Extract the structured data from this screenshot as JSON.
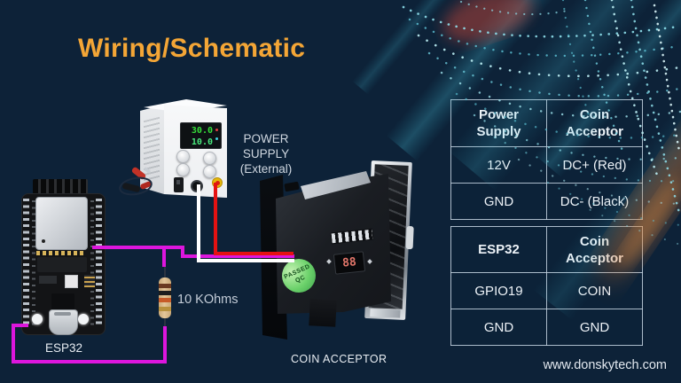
{
  "slide": {
    "title": "Wiring/Schematic",
    "website": "www.donskytech.com"
  },
  "labels": {
    "power_supply_lines": [
      "POWER",
      "SUPPLY",
      "(External)"
    ],
    "coin_acceptor": "COIN ACCEPTOR",
    "esp32": "ESP32",
    "resistor": "10 KOhms"
  },
  "tables": [
    {
      "headers": [
        [
          "Power",
          "Supply"
        ],
        [
          "Coin",
          "Acceptor"
        ]
      ],
      "rows": [
        [
          "12V",
          "DC+ (Red)"
        ],
        [
          "GND",
          "DC- (Black)"
        ]
      ]
    },
    {
      "headers": [
        [
          "ESP32"
        ],
        [
          "Coin",
          "Acceptor"
        ]
      ],
      "rows": [
        [
          "GPIO19",
          "COIN"
        ],
        [
          "GND",
          "GND"
        ]
      ]
    }
  ],
  "devices": {
    "power_supply": {
      "display_top": "30.0",
      "display_bottom": "10.0"
    },
    "coin_acceptor": {
      "display": "88",
      "sticker_lines": [
        "PASSED",
        "QC"
      ]
    }
  },
  "colors": {
    "background": "#0d2238",
    "title_accent": "#f4a636",
    "wire_signal": "#dd16dd",
    "wire_positive": "#e51212",
    "wire_negative": "#ffffff",
    "table_border": "#c8d6e4",
    "decor_dots": "#7fd8e4"
  }
}
